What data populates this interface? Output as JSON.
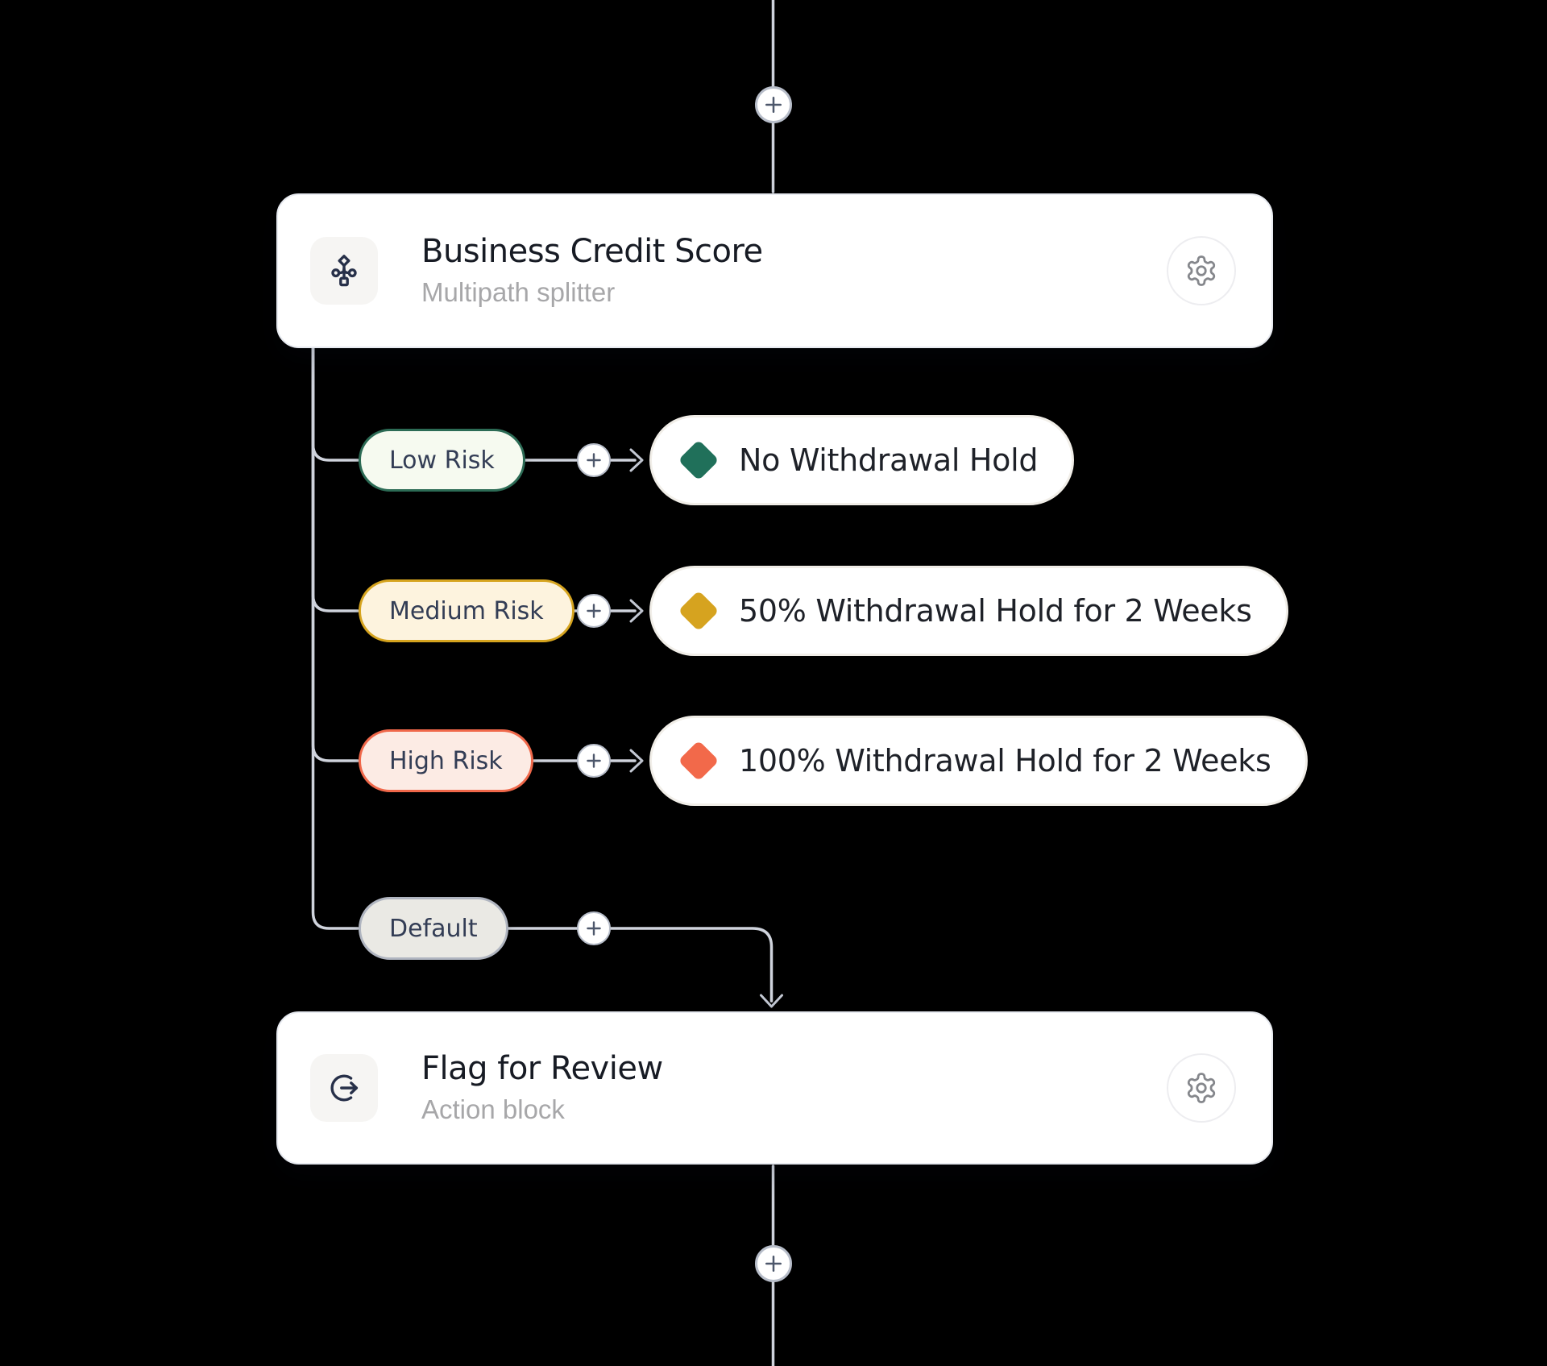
{
  "canvas": {
    "background": "#000000",
    "connector_color": "#cfd3dc",
    "arrow_color": "#c3c8d3"
  },
  "splitter_card": {
    "title": "Business Credit Score",
    "subtitle": "Multipath splitter",
    "icon": "multipath-splitter-icon",
    "settings_icon": "gear-icon"
  },
  "action_card": {
    "title": "Flag for Review",
    "subtitle": "Action block",
    "icon": "action-exit-arrow-icon",
    "settings_icon": "gear-icon"
  },
  "branches": [
    {
      "label": "Low Risk",
      "pill_border": "#2c6b55",
      "pill_bg": "#f6faf0",
      "outcome": "No Withdrawal Hold",
      "outcome_marker_color": "#20705a"
    },
    {
      "label": "Medium Risk",
      "pill_border": "#d6a41f",
      "pill_bg": "#fdf3de",
      "outcome": "50% Withdrawal Hold for 2 Weeks",
      "outcome_marker_color": "#d6a31f"
    },
    {
      "label": "High Risk",
      "pill_border": "#f0684a",
      "pill_bg": "#fcebe4",
      "outcome": "100% Withdrawal Hold for 2 Weeks",
      "outcome_marker_color": "#f2694a"
    },
    {
      "label": "Default",
      "pill_border": "#b0b5c0",
      "pill_bg": "#eae9e4",
      "outcome": null,
      "outcome_marker_color": null
    }
  ],
  "icon_colors": {
    "node_icon_stroke": "#273049",
    "gear_stroke": "#85878c",
    "plus_stroke": "#4d576b"
  }
}
